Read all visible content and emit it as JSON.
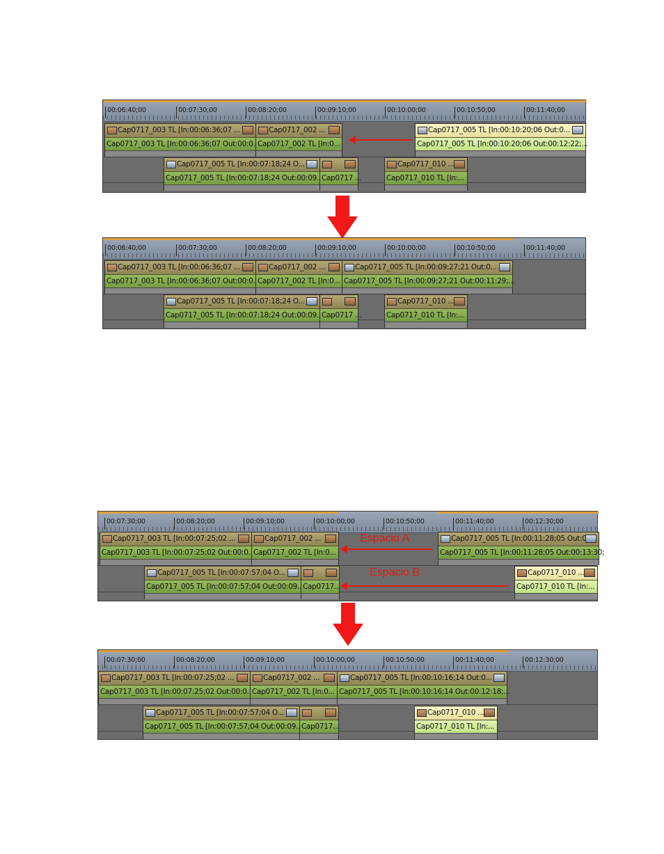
{
  "panel1": {
    "ticks": [
      "00:06:40;00",
      "00:07:30;00",
      "00:08:20;00",
      "00:09:10;00",
      "00:10:00;00",
      "00:10:50;00",
      "00:11:40;00"
    ],
    "clips": [
      {
        "top": "Cap0717_003  TL  [In:00:06:36;07 ...",
        "bottom": "Cap0717_003  TL  [In:00:06:36;07 Out:00:0..."
      },
      {
        "top": "Cap0717_002  ...",
        "bottom": "Cap0717_002  TL  [In:0..."
      },
      {
        "top": "Cap0717_005  TL  [In:00:10:20;06 Out:0...",
        "bottom": "Cap0717_005  TL  [In:00:10:20;06 Out:00:12:22;..."
      },
      {
        "top": "Cap0717_005  TL  [In:00:07:18;24 O...",
        "bottom": "Cap0717_005  TL  [In:00:07:18;24 Out:00:09..."
      },
      {
        "top": "",
        "bottom": "Cap0717 ..."
      },
      {
        "top": "Cap0717_010  ...",
        "bottom": "Cap0717_010  TL  [In:..."
      }
    ]
  },
  "panel2": {
    "ticks": [
      "00:06:40;00",
      "00:07:30;00",
      "00:08:20;00",
      "00:09:10;00",
      "00:10:00;00",
      "00:10:50;00",
      "00:11:40;00"
    ],
    "clips": [
      {
        "top": "Cap0717_003  TL  [In:00:06:36;07 ...",
        "bottom": "Cap0717_003  TL  [In:00:06:36;07 Out:00:0..."
      },
      {
        "top": "Cap0717_002  ...",
        "bottom": "Cap0717_002  TL  [In:0..."
      },
      {
        "top": "Cap0717_005  TL  [In:00:09:27;21 Out:0...",
        "bottom": "Cap0717_005  TL  [In:00:09:27;21 Out:00:11:29;..."
      },
      {
        "top": "Cap0717_005  TL  [In:00:07:18;24 O...",
        "bottom": "Cap0717_005  TL  [In:00:07:18;24 Out:00:09..."
      },
      {
        "top": "",
        "bottom": "Cap0717 ..."
      },
      {
        "top": "Cap0717_010  ...",
        "bottom": "Cap0717_010  TL  [In:..."
      }
    ]
  },
  "panel3": {
    "ticks": [
      "00:07:30;00",
      "00:08:20;00",
      "00:09:10;00",
      "00:10:00;00",
      "00:10:50;00",
      "00:11:40;00",
      "00:12:30;00"
    ],
    "clips": [
      {
        "top": "Cap0717_003  TL  [In:00:07:25;02 ...",
        "bottom": "Cap0717_003  TL  [In:00:07:25;02 Out:00:0..."
      },
      {
        "top": "Cap0717_002  ...",
        "bottom": "Cap0717_002  TL  [In:0..."
      },
      {
        "top": "Cap0717_005  TL  [In:00:11:28;05 Out:0...",
        "bottom": "Cap0717_005  TL  [In:00:11:28;05 Out:00:13:30;"
      },
      {
        "top": "Cap0717_005  TL  [In:00:07:57;04 O...",
        "bottom": "Cap0717_005  TL  [In:00:07:57;04 Out:00:09..."
      },
      {
        "top": "",
        "bottom": "Cap0717..."
      },
      {
        "top": "Cap0717_010 ...",
        "bottom": "Cap0717_010  TL  [In:..."
      }
    ],
    "label_a": "Espacio A",
    "label_b": "Espacio B"
  },
  "panel4": {
    "ticks": [
      "00:07:30;00",
      "00:08:20;00",
      "00:09:10;00",
      "00:10:00;00",
      "00:10:50;00",
      "00:11:40;00",
      "00:12:30;00"
    ],
    "clips": [
      {
        "top": "Cap0717_003  TL  [In:00:07:25;02 ...",
        "bottom": "Cap0717_003  TL  [In:00:07:25;02 Out:00:0..."
      },
      {
        "top": "Cap0717_002  ...",
        "bottom": "Cap0717_002  TL  [In:0..."
      },
      {
        "top": "Cap0717_005  TL  [In:00:10:16;14 Out:0...",
        "bottom": "Cap0717_005  TL  [In:00:10:16;14 Out:00:12:18;..."
      },
      {
        "top": "Cap0717_005  TL  [In:00:07:57;04 O...",
        "bottom": "Cap0717_005  TL  [In:00:07:57;04 Out:00:09..."
      },
      {
        "top": "",
        "bottom": "Cap0717..."
      },
      {
        "top": "Cap0717_010 ...",
        "bottom": "Cap0717_010  TL  [In:..."
      }
    ]
  },
  "colors": {
    "arrow": "#e21a12",
    "clip_top": "#a79a66",
    "clip_bottom": "#86ad50",
    "selected_clip": "#f4eeb5",
    "track_bg": "#6c6c6c"
  }
}
